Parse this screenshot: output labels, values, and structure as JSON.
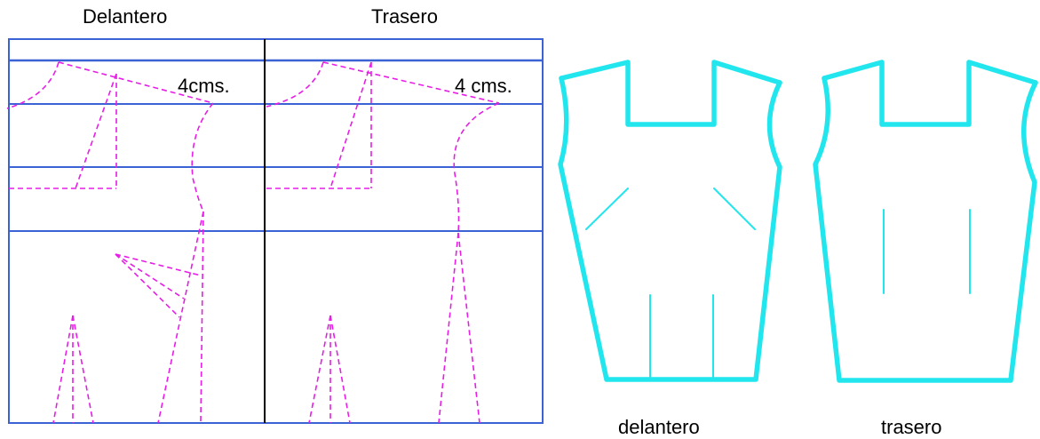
{
  "labels": {
    "draft_front": "Delantero",
    "draft_back": "Trasero",
    "front_offset": "4cms.",
    "back_offset": "4 cms.",
    "pattern_front": "delantero",
    "pattern_back": "trasero"
  },
  "colors": {
    "grid": "#3b63d6",
    "divider": "#000000",
    "draft_line": "#e61ee6",
    "pattern": "#22e6ee"
  }
}
